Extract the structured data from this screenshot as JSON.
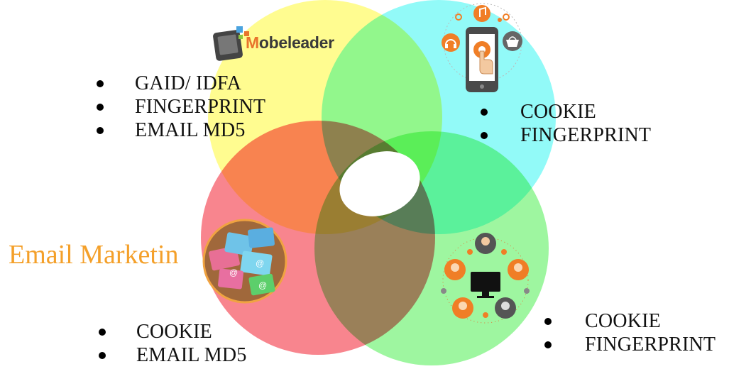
{
  "diagram": {
    "circles": [
      {
        "id": "mobeleader",
        "color": "#fffb7c"
      },
      {
        "id": "mobile",
        "color": "#7ff9f7"
      },
      {
        "id": "email",
        "color": "#f7707a"
      },
      {
        "id": "social",
        "color": "#8df58f"
      }
    ],
    "center_color": "#ffffff"
  },
  "logo": {
    "brand": "Mobeleader",
    "brand_first_letter": "M",
    "brand_rest": "obeleader",
    "accent": "#e8742c"
  },
  "lists": {
    "topleft": [
      "GAID/ IDFA",
      "FINGERPRINT",
      "EMAIL MD5"
    ],
    "topright": [
      "COOKIE",
      "FINGERPRINT"
    ],
    "bottomleft": [
      "COOKIE",
      "EMAIL MD5"
    ],
    "bottomright": [
      "COOKIE",
      "FINGERPRINT"
    ]
  },
  "email_title": "Email Marketin",
  "icons": {
    "mobile": "smartphone-apps-icon",
    "email": "email-envelopes-icon",
    "social": "social-network-people-icon",
    "logo": "mobeleader-logo-icon"
  },
  "colors": {
    "email_title": "#f4a02a",
    "icon_orange": "#f07e26",
    "icon_dark": "#333333"
  }
}
